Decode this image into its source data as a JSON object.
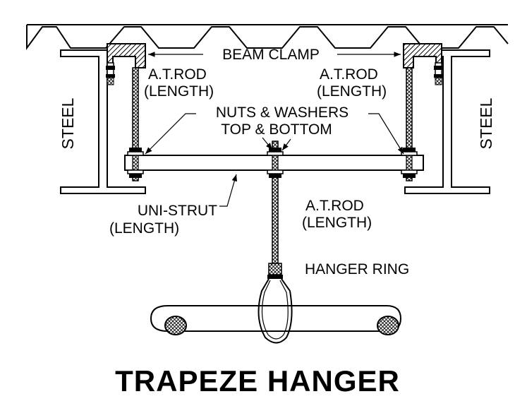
{
  "title": "TRAPEZE HANGER",
  "labels": {
    "beam_clamp": "BEAM CLAMP",
    "rod_left_1": "A.T.ROD",
    "rod_left_2": "(LENGTH)",
    "rod_right_1": "A.T.ROD",
    "rod_right_2": "(LENGTH)",
    "nuts_1": "NUTS & WASHERS",
    "nuts_2": "TOP & BOTTOM",
    "steel_left": "STEEL",
    "steel_right": "STEEL",
    "unistrut_1": "UNI-STRUT",
    "unistrut_2": "(LENGTH)",
    "rod_center_1": "A.T.ROD",
    "rod_center_2": "(LENGTH)",
    "hanger_ring": "HANGER RING"
  }
}
